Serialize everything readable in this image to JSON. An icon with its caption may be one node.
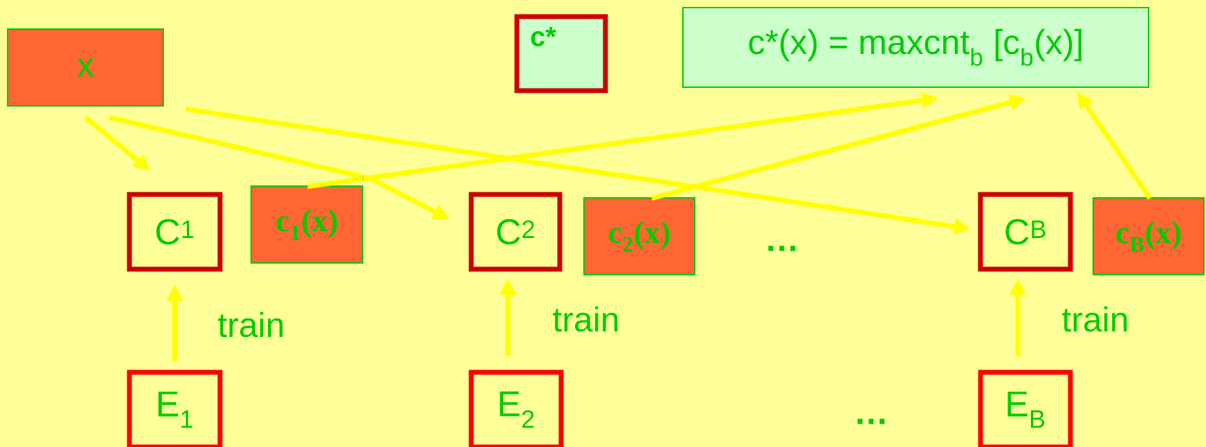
{
  "diagram": {
    "nodes": [
      {
        "text": [
          "x"
        ]
      },
      {
        "text": [
          "c*"
        ]
      },
      {
        "text": [
          "c*(x) = maxcnt$_{b}$ [c$_{b}$(x)]"
        ]
      },
      {
        "text": [
          "C$^{1}$"
        ]
      },
      {
        "text": [
          "c$_{1}$(x)"
        ]
      },
      {
        "text": [
          "C$^{2}$"
        ]
      },
      {
        "text": [
          "c$_{2}$(x)"
        ]
      },
      {
        "text": [
          "C$^{B}$"
        ]
      },
      {
        "text": [
          "c$_{B}$(x)"
        ]
      },
      {
        "text": [
          "E$_{1}$"
        ]
      },
      {
        "text": [
          "E$_{2}$"
        ]
      },
      {
        "text": [
          "E$_{B}$"
        ]
      }
    ],
    "edges": [
      {
        "from": 0,
        "to": 3,
        "arrow": "to"
      },
      {
        "from": 0,
        "to": 5,
        "arrow": "to"
      },
      {
        "from": 0,
        "to": 7,
        "arrow": "to"
      },
      {
        "from": 4,
        "to": 2,
        "arrow": "to"
      },
      {
        "from": 6,
        "to": 2,
        "arrow": "to"
      },
      {
        "from": 8,
        "to": 2,
        "arrow": "to"
      },
      {
        "from": 9,
        "to": 3,
        "arrow": "to",
        "label": "train"
      },
      {
        "from": 10,
        "to": 5,
        "arrow": "to",
        "label": "train"
      },
      {
        "from": 11,
        "to": 7,
        "arrow": "to",
        "label": "train"
      }
    ],
    "labels": [
      "…",
      "…"
    ]
  }
}
